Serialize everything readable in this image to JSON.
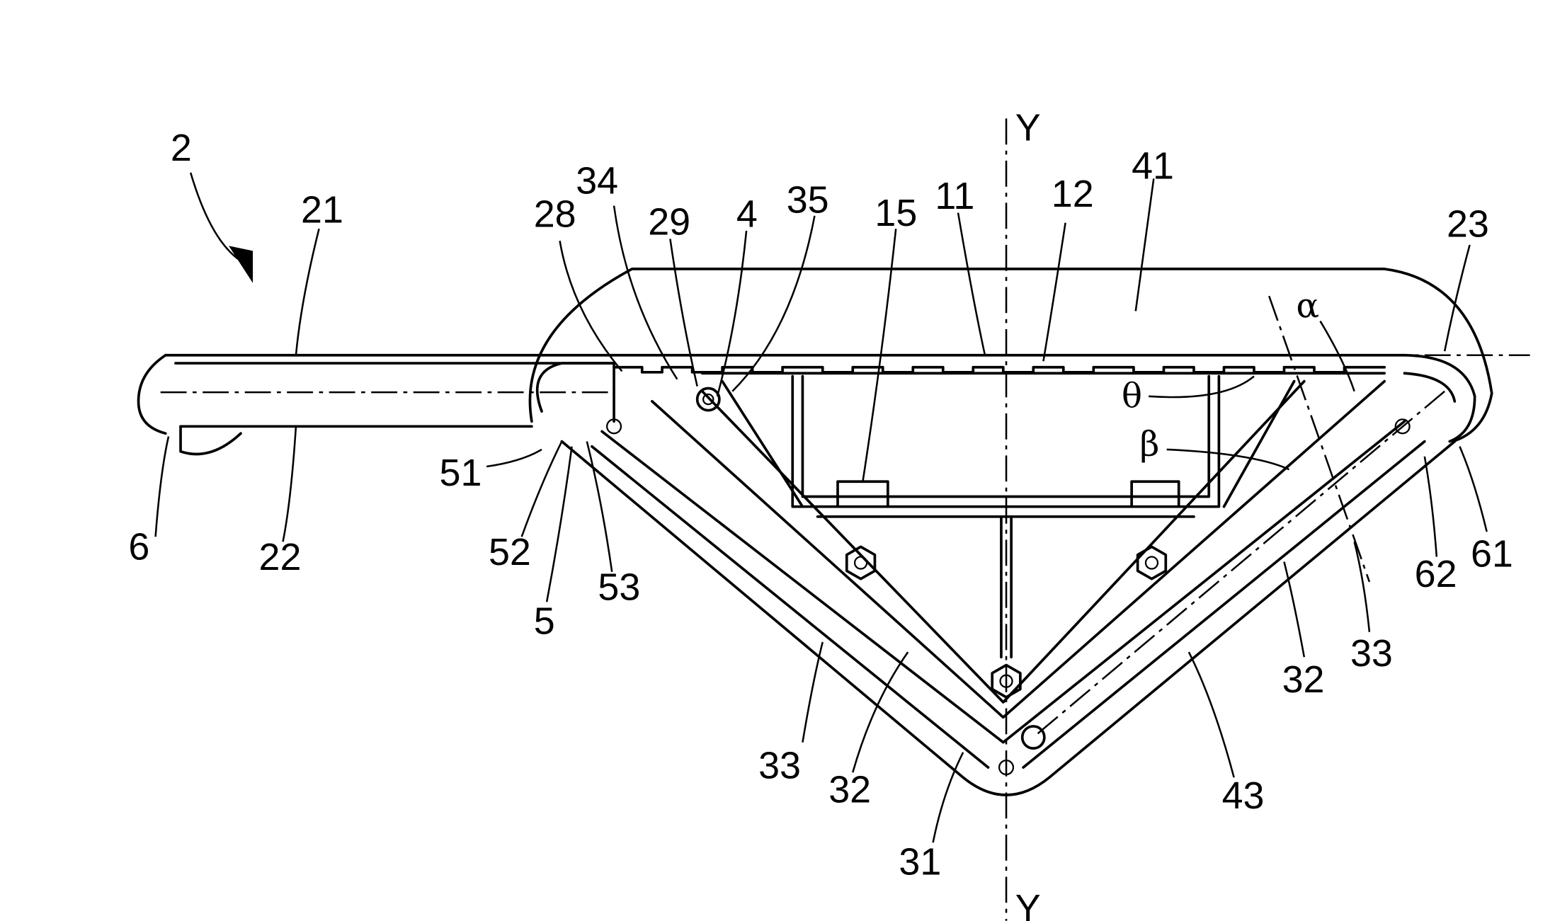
{
  "figure": {
    "type": "patent-technical-drawing",
    "axis_label_top": "Y",
    "axis_label_bottom": "Y",
    "reference_numerals": {
      "assembly": "2",
      "n21": "21",
      "n22": "22",
      "n6": "6",
      "n28": "28",
      "n34": "34",
      "n29": "29",
      "n4": "4",
      "n35": "35",
      "n15": "15",
      "n11": "11",
      "n12": "12",
      "n41": "41",
      "n23": "23",
      "n51": "51",
      "n52": "52",
      "n53": "53",
      "n5": "5",
      "n33_left": "33",
      "n32_left": "32",
      "n31": "31",
      "n43": "43",
      "n32_right": "32",
      "n33_right": "33",
      "n62": "62",
      "n61": "61"
    },
    "angle_labels": {
      "alpha": "α",
      "theta": "θ",
      "beta": "β"
    }
  }
}
